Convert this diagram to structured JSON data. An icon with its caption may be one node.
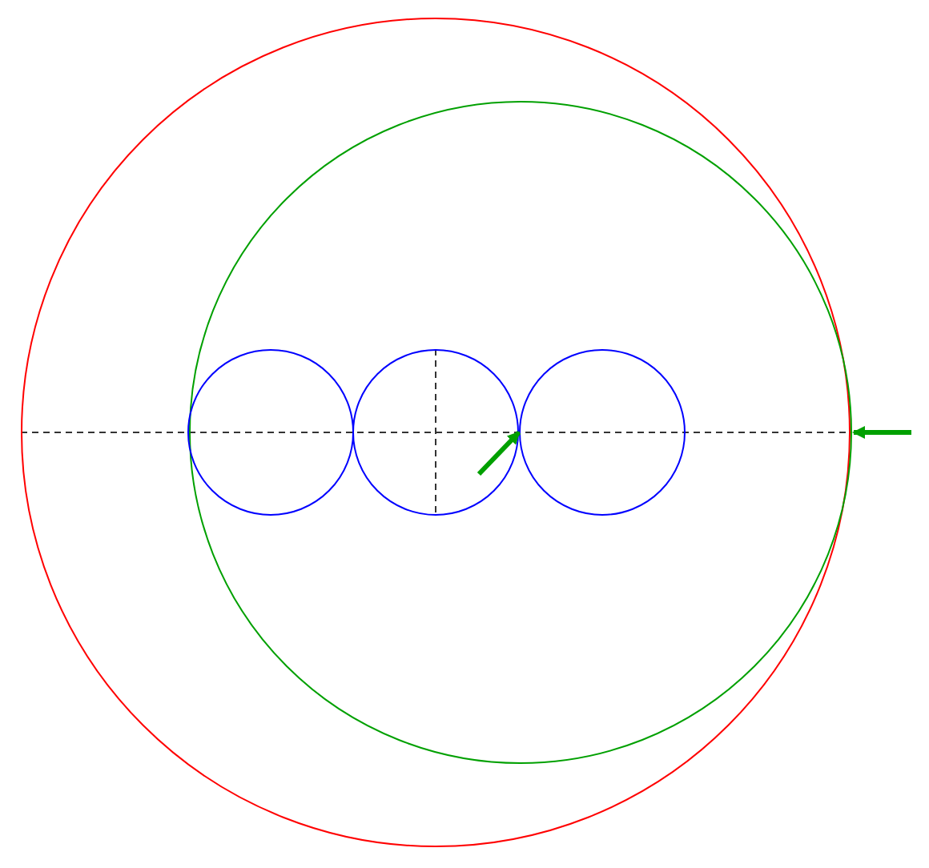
{
  "diagram": {
    "nodes": [
      {
        "text": [],
        "shape": "circle"
      },
      {
        "text": [],
        "shape": "circle",
        "in": 0
      },
      {
        "text": [],
        "shape": "circle",
        "in": 1
      },
      {
        "text": [],
        "shape": "circle",
        "in": 1
      },
      {
        "text": [],
        "shape": "circle",
        "in": 1
      }
    ],
    "edges": [
      {
        "from": null,
        "to": 0,
        "arrow": "to"
      },
      {
        "from": null,
        "to": 3,
        "arrow": "to"
      }
    ]
  }
}
